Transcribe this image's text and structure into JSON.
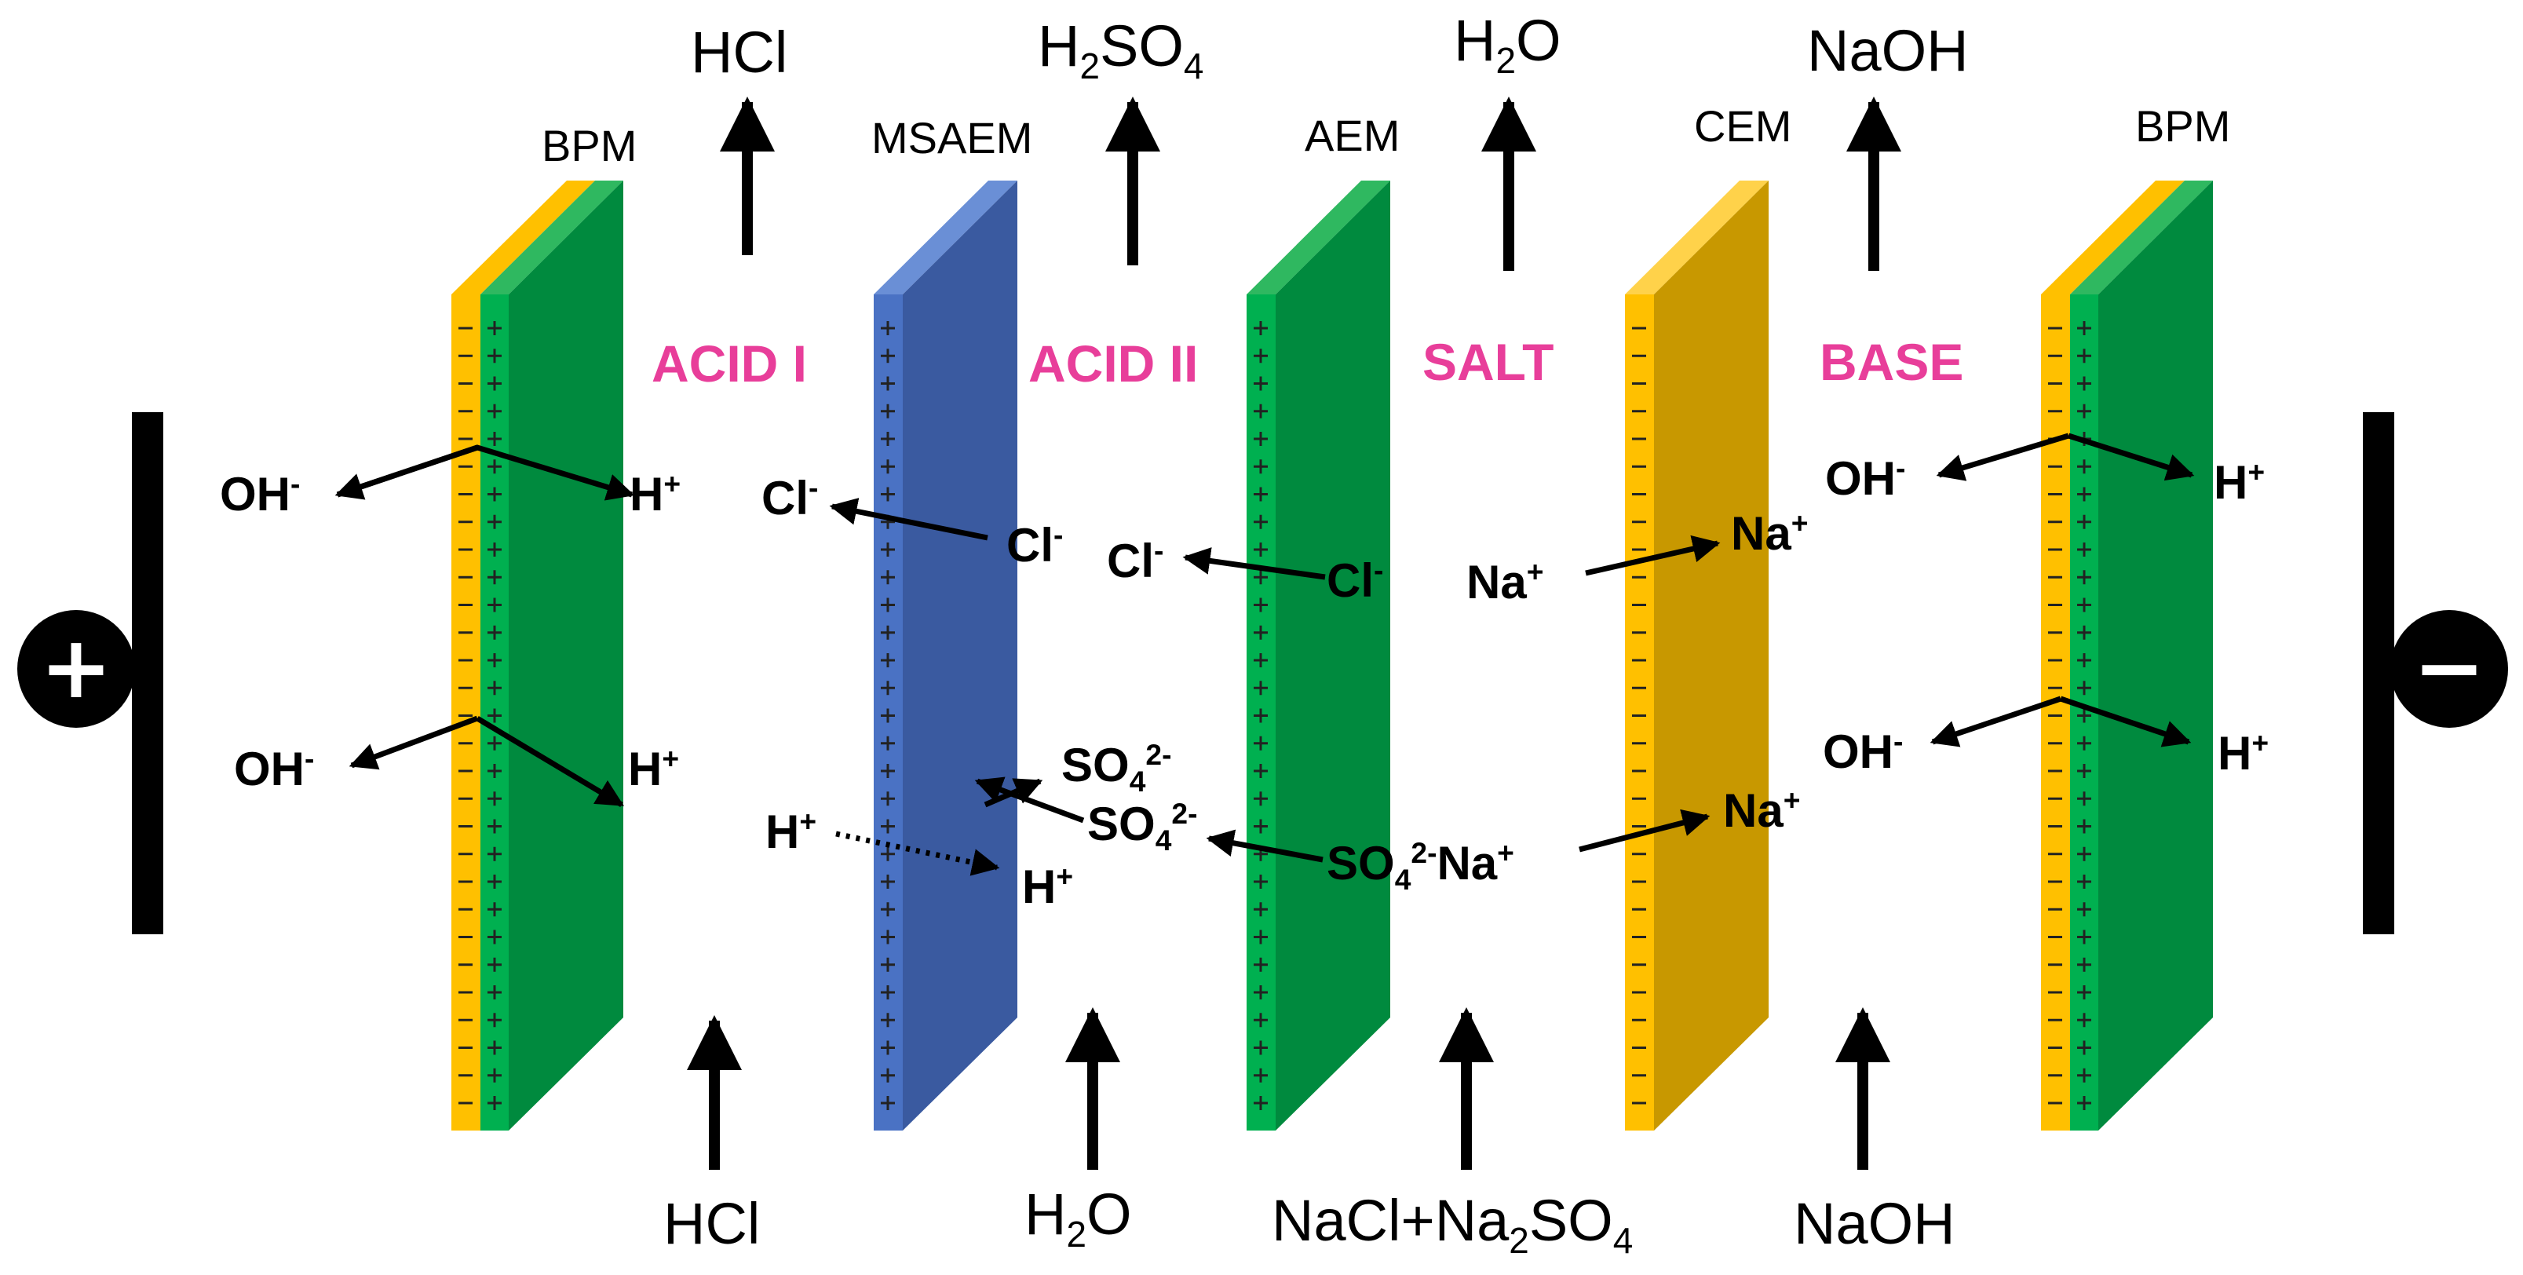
{
  "membranes": {
    "bpm_left": "BPM",
    "msaem": "MSAEM",
    "aem": "AEM",
    "cem": "CEM",
    "bpm_right": "BPM"
  },
  "compartments": {
    "acid1": "ACID I",
    "acid2": "ACID II",
    "salt": "SALT",
    "base": "BASE"
  },
  "outputs": {
    "acid1": "HCl",
    "acid2": {
      "main": "H",
      "sub1": "2",
      "mid": "SO",
      "sub2": "4"
    },
    "salt": {
      "main": "H",
      "sub1": "2",
      "end": "O"
    },
    "base": "NaOH"
  },
  "inputs": {
    "acid1": "HCl",
    "acid2": {
      "main": "H",
      "sub1": "2",
      "end": "O"
    },
    "salt": {
      "a": "NaCl+Na",
      "sub1": "2",
      "b": "SO",
      "sub2": "4"
    },
    "base": "NaOH"
  },
  "electrodes": {
    "anode_sign": "+",
    "cathode_sign": "−"
  },
  "colors": {
    "bpm_anion_layer": "#ffc000",
    "bpm_cation_layer": "#00b050",
    "green_face": "#008a3e",
    "msaem_face": "#3a5aa0",
    "msaem_edge": "#4a72c4",
    "cem_face": "#c89800",
    "cem_edge": "#ffc000",
    "compartment_label": "#e83e9a"
  },
  "ions": {
    "oh": {
      "base": "OH",
      "sup": "-"
    },
    "h": {
      "base": "H",
      "sup": "+"
    },
    "cl": {
      "base": "Cl",
      "sup": "-"
    },
    "na": {
      "base": "Na",
      "sup": "+"
    },
    "so4": {
      "base": "SO",
      "sub": "4",
      "sup": "2-"
    },
    "so4_na": {
      "base": "SO",
      "sub": "4",
      "sup": "2-",
      "tail": "Na",
      "tail_sup": "+"
    }
  }
}
